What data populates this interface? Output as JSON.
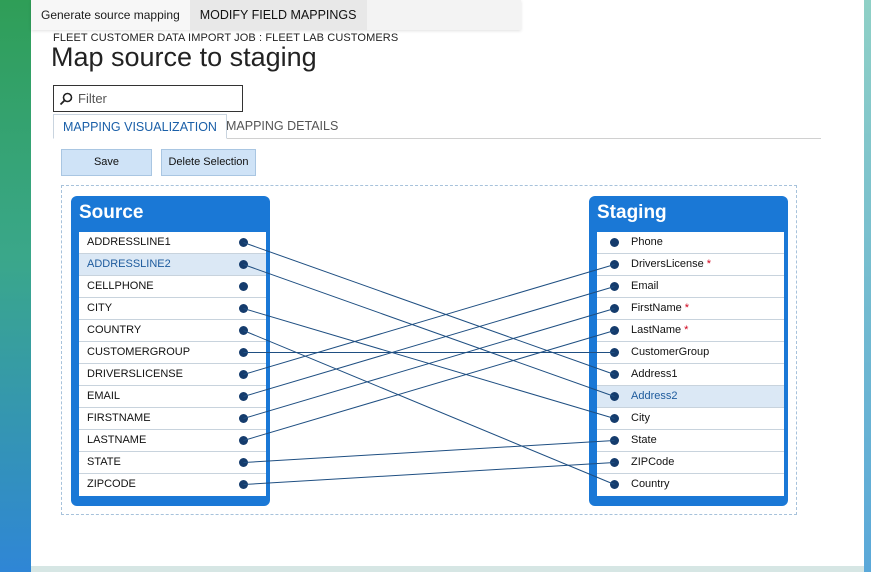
{
  "top_tabs": [
    "Generate source mapping",
    "MODIFY FIELD MAPPINGS"
  ],
  "job_title": "FLEET CUSTOMER DATA IMPORT JOB : FLEET LAB CUSTOMERS",
  "page_title": "Map source to staging",
  "filter": {
    "placeholder": "Filter",
    "icon": "search-icon"
  },
  "sub_tabs": {
    "active": "MAPPING VISUALIZATION",
    "inactive": "MAPPING DETAILS"
  },
  "buttons": {
    "save": "Save",
    "delete": "Delete Selection"
  },
  "source": {
    "title": "Source",
    "items": [
      "ADDRESSLINE1",
      "ADDRESSLINE2",
      "CELLPHONE",
      "CITY",
      "COUNTRY",
      "CUSTOMERGROUP",
      "DRIVERSLICENSE",
      "EMAIL",
      "FIRSTNAME",
      "LASTNAME",
      "STATE",
      "ZIPCODE"
    ],
    "selected": "ADDRESSLINE2"
  },
  "staging": {
    "title": "Staging",
    "items": [
      {
        "label": "Phone",
        "required": false
      },
      {
        "label": "DriversLicense",
        "required": true
      },
      {
        "label": "Email",
        "required": false
      },
      {
        "label": "FirstName",
        "required": true
      },
      {
        "label": "LastName",
        "required": true
      },
      {
        "label": "CustomerGroup",
        "required": false
      },
      {
        "label": "Address1",
        "required": false
      },
      {
        "label": "Address2",
        "required": false
      },
      {
        "label": "City",
        "required": false
      },
      {
        "label": "State",
        "required": false
      },
      {
        "label": "ZIPCode",
        "required": false
      },
      {
        "label": "Country",
        "required": false
      }
    ],
    "selected": "Address2",
    "required_marker": "*"
  },
  "mappings": [
    {
      "from": "ADDRESSLINE1",
      "to": "Address1"
    },
    {
      "from": "ADDRESSLINE2",
      "to": "Address2"
    },
    {
      "from": "CITY",
      "to": "City"
    },
    {
      "from": "COUNTRY",
      "to": "Country"
    },
    {
      "from": "CUSTOMERGROUP",
      "to": "CustomerGroup"
    },
    {
      "from": "DRIVERSLICENSE",
      "to": "DriversLicense"
    },
    {
      "from": "EMAIL",
      "to": "Email"
    },
    {
      "from": "FIRSTNAME",
      "to": "FirstName"
    },
    {
      "from": "LASTNAME",
      "to": "LastName"
    },
    {
      "from": "STATE",
      "to": "State"
    },
    {
      "from": "ZIPCODE",
      "to": "ZIPCode"
    }
  ],
  "colors": {
    "accent": "#1a78d6",
    "line": "#1f4f82",
    "dot": "#153c6d",
    "required": "#d0021b"
  }
}
